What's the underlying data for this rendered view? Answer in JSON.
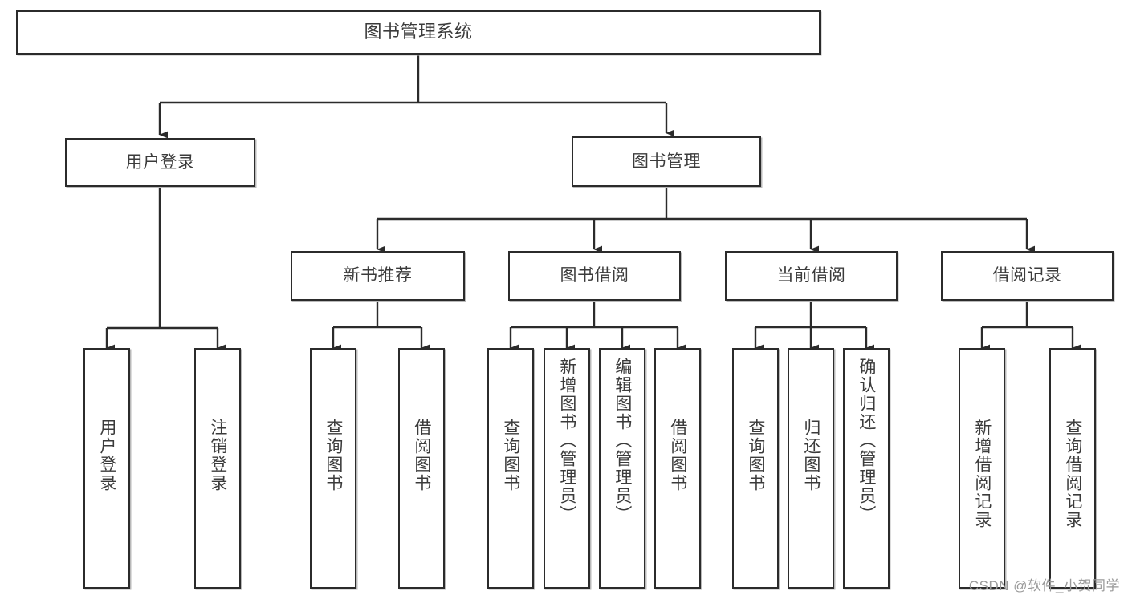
{
  "diagram": {
    "title": "图书管理系统",
    "type": "tree-hierarchy-chart",
    "colors": {
      "background": "#ffffff",
      "box_border": "#2b2b2b",
      "box_fill": "#ffffff",
      "text": "#3b3b3b",
      "connector": "#2b2b2b",
      "watermark": "#9a9a9a"
    }
  },
  "root": {
    "label": "图书管理系统"
  },
  "level1": [
    {
      "label": "用户登录"
    },
    {
      "label": "图书管理"
    }
  ],
  "level2": [
    {
      "label": "新书推荐"
    },
    {
      "label": "图书借阅"
    },
    {
      "label": "当前借阅"
    },
    {
      "label": "借阅记录"
    }
  ],
  "leaves": {
    "user_login": [
      {
        "label": "用户登录"
      },
      {
        "label": "注销登录"
      }
    ],
    "new_book_recommend": [
      {
        "label": "查询图书"
      },
      {
        "label": "借阅图书"
      }
    ],
    "book_borrow": [
      {
        "label": "查询图书"
      },
      {
        "label": "新增图书（管理员）"
      },
      {
        "label": "编辑图书（管理员）"
      },
      {
        "label": "借阅图书"
      }
    ],
    "current_borrow": [
      {
        "label": "查询图书"
      },
      {
        "label": "归还图书"
      },
      {
        "label": "确认归还（管理员）"
      }
    ],
    "borrow_record": [
      {
        "label": "新增借阅记录"
      },
      {
        "label": "查询借阅记录"
      }
    ]
  },
  "watermark": {
    "text": "CSDN @软件_小贺同学"
  }
}
